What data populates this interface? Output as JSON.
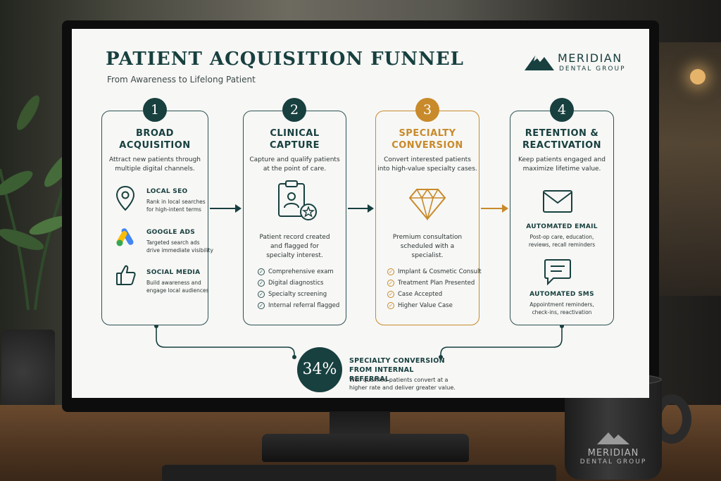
{
  "header": {
    "title": "PATIENT ACQUISITION FUNNEL",
    "subtitle": "From Awareness to Lifelong Patient"
  },
  "brand": {
    "name": "MERIDIAN",
    "sub": "DENTAL GROUP"
  },
  "stages": [
    {
      "number": "1",
      "title_line1": "BROAD",
      "title_line2": "ACQUISITION",
      "desc_line1": "Attract new patients through",
      "desc_line2": "multiple digital channels.",
      "channels": [
        {
          "icon": "location-pin-icon",
          "title": "LOCAL SEO",
          "line1": "Rank in local searches",
          "line2": "for high-intent terms"
        },
        {
          "icon": "google-ads-icon",
          "title": "GOOGLE ADS",
          "line1": "Targeted search ads",
          "line2": "drive immediate visibility"
        },
        {
          "icon": "thumbs-up-icon",
          "title": "SOCIAL MEDIA",
          "line1": "Build awareness and",
          "line2": "engage local audiences"
        }
      ]
    },
    {
      "number": "2",
      "title_line1": "CLINICAL",
      "title_line2": "CAPTURE",
      "desc_line1": "Capture and qualify patients",
      "desc_line2": "at the point of care.",
      "icon": "clipboard-patient-icon",
      "note_line1": "Patient record created",
      "note_line2": "and flagged for",
      "note_line3": "specialty interest.",
      "checklist": [
        "Comprehensive exam",
        "Digital diagnostics",
        "Specialty screening",
        "Internal referral flagged"
      ]
    },
    {
      "number": "3",
      "title_line1": "SPECIALTY",
      "title_line2": "CONVERSION",
      "desc_line1": "Convert interested patients",
      "desc_line2": "into high-value specialty cases.",
      "icon": "diamond-icon",
      "note_line1": "Premium consultation",
      "note_line2": "scheduled with a",
      "note_line3": "specialist.",
      "checklist": [
        "Implant & Cosmetic Consult",
        "Treatment Plan Presented",
        "Case Accepted",
        "Higher Value Case"
      ]
    },
    {
      "number": "4",
      "title_line1": "RETENTION &",
      "title_line2": "REACTIVATION",
      "desc_line1": "Keep patients engaged and",
      "desc_line2": "maximize lifetime value.",
      "channels": [
        {
          "icon": "envelope-icon",
          "title": "AUTOMATED EMAIL",
          "line1": "Post-op care, education,",
          "line2": "reviews, recall reminders"
        },
        {
          "icon": "chat-bubble-icon",
          "title": "AUTOMATED SMS",
          "line1": "Appointment reminders,",
          "line2": "check-ins, reactivation"
        }
      ]
    }
  ],
  "stat": {
    "value": "34%",
    "title_line1": "SPECIALTY CONVERSION",
    "title_line2": "FROM INTERNAL REFERRAL",
    "desc_line1": "Well-qualified patients convert at a",
    "desc_line2": "higher rate and deliver greater value."
  },
  "mug": {
    "name": "MERIDIAN",
    "sub": "DENTAL GROUP"
  },
  "colors": {
    "primary": "#17403f",
    "accent_gold": "#c88a2a",
    "screen_bg": "#f7f7f5"
  }
}
